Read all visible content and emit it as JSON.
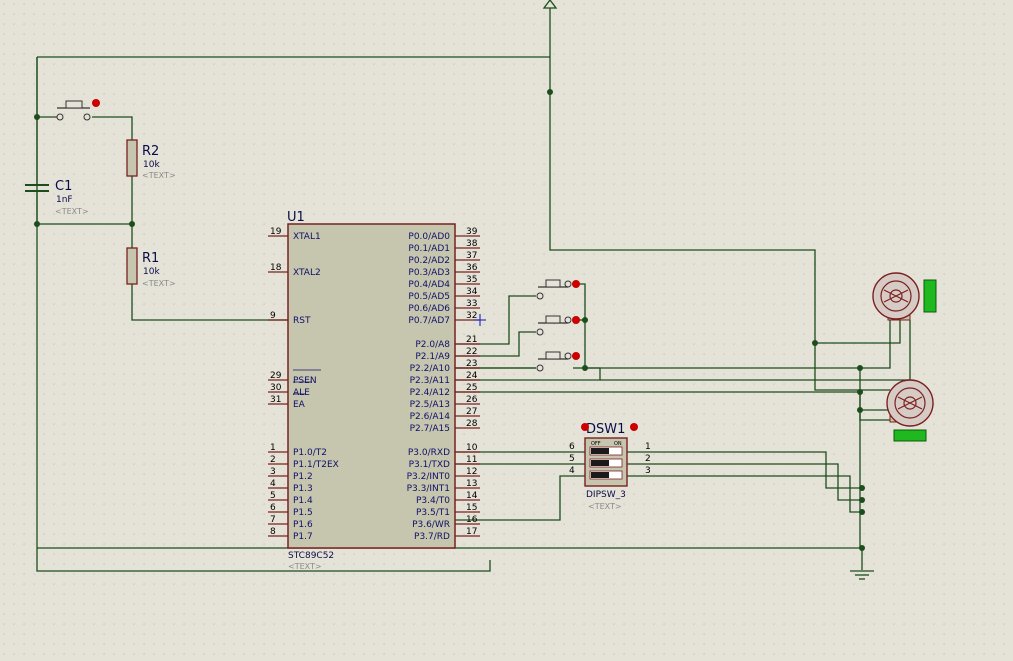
{
  "colors": {
    "background": "#e5e3d8",
    "grid_dot": "#c3c0b3",
    "wire": "#1c4d1c",
    "body_fill": "#c6c5ae",
    "body_stroke": "#7a2020",
    "label": "#10106a",
    "red_dot": "#cc0000",
    "indicator_green": "#1fb81f"
  },
  "u1": {
    "ref": "U1",
    "part": "STC89C52",
    "text": "<TEXT>",
    "left_pins": [
      {
        "num": "19",
        "name": "XTAL1"
      },
      {
        "num": "18",
        "name": "XTAL2"
      },
      {
        "num": "9",
        "name": "RST"
      },
      {
        "num": "29",
        "name": "PSEN"
      },
      {
        "num": "30",
        "name": "ALE"
      },
      {
        "num": "31",
        "name": "EA"
      },
      {
        "num": "1",
        "name": "P1.0/T2"
      },
      {
        "num": "2",
        "name": "P1.1/T2EX"
      },
      {
        "num": "3",
        "name": "P1.2"
      },
      {
        "num": "4",
        "name": "P1.3"
      },
      {
        "num": "5",
        "name": "P1.4"
      },
      {
        "num": "6",
        "name": "P1.5"
      },
      {
        "num": "7",
        "name": "P1.6"
      },
      {
        "num": "8",
        "name": "P1.7"
      }
    ],
    "right_pins": [
      {
        "num": "39",
        "name": "P0.0/AD0"
      },
      {
        "num": "38",
        "name": "P0.1/AD1"
      },
      {
        "num": "37",
        "name": "P0.2/AD2"
      },
      {
        "num": "36",
        "name": "P0.3/AD3"
      },
      {
        "num": "35",
        "name": "P0.4/AD4"
      },
      {
        "num": "34",
        "name": "P0.5/AD5"
      },
      {
        "num": "33",
        "name": "P0.6/AD6"
      },
      {
        "num": "32",
        "name": "P0.7/AD7"
      },
      {
        "num": "21",
        "name": "P2.0/A8"
      },
      {
        "num": "22",
        "name": "P2.1/A9"
      },
      {
        "num": "23",
        "name": "P2.2/A10"
      },
      {
        "num": "24",
        "name": "P2.3/A11"
      },
      {
        "num": "25",
        "name": "P2.4/A12"
      },
      {
        "num": "26",
        "name": "P2.5/A13"
      },
      {
        "num": "27",
        "name": "P2.6/A14"
      },
      {
        "num": "28",
        "name": "P2.7/A15"
      },
      {
        "num": "10",
        "name": "P3.0/RXD"
      },
      {
        "num": "11",
        "name": "P3.1/TXD"
      },
      {
        "num": "12",
        "name": "P3.2/INT0"
      },
      {
        "num": "13",
        "name": "P3.3/INT1"
      },
      {
        "num": "14",
        "name": "P3.4/T0"
      },
      {
        "num": "15",
        "name": "P3.5/T1"
      },
      {
        "num": "16",
        "name": "P3.6/WR"
      },
      {
        "num": "17",
        "name": "P3.7/RD"
      }
    ]
  },
  "r1": {
    "ref": "R1",
    "value": "10k",
    "text": "<TEXT>"
  },
  "r2": {
    "ref": "R2",
    "value": "10k",
    "text": "<TEXT>"
  },
  "c1": {
    "ref": "C1",
    "value": "1nF",
    "text": "<TEXT>"
  },
  "dsw1": {
    "ref": "DSW1",
    "part": "DIPSW_3",
    "text": "<TEXT>",
    "off_label": "OFF",
    "on_label": "ON",
    "left_pins": [
      "6",
      "5",
      "4"
    ],
    "right_pins": [
      "1",
      "2",
      "3"
    ]
  }
}
